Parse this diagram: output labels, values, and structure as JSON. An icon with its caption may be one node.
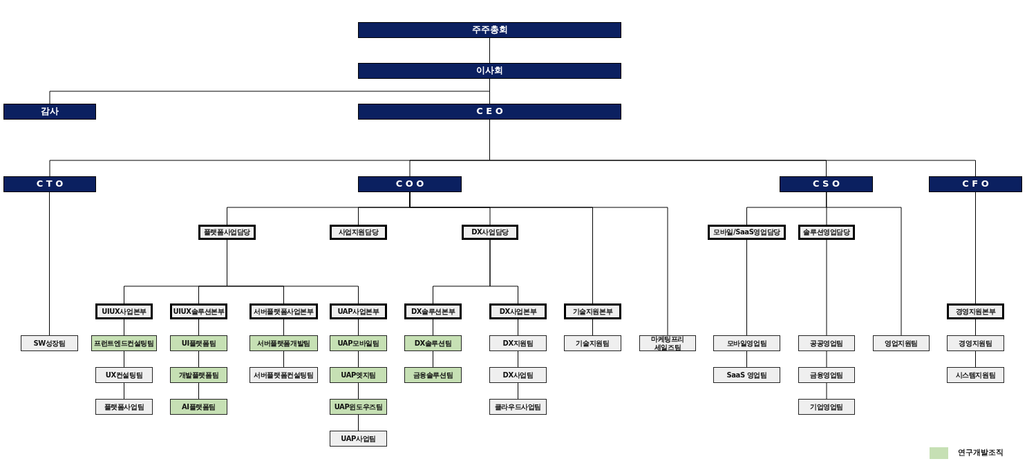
{
  "diagram": {
    "nodes": [
      {
        "text": [
          "주주총회"
        ]
      },
      {
        "text": [
          "이사회"
        ]
      },
      {
        "text": [
          "감사"
        ]
      },
      {
        "text": [
          "C E O"
        ]
      },
      {
        "text": [
          "C T O"
        ]
      },
      {
        "text": [
          "C O O"
        ]
      },
      {
        "text": [
          "C S O"
        ]
      },
      {
        "text": [
          "C F O"
        ]
      },
      {
        "text": [
          "플랫폼사업담당"
        ]
      },
      {
        "text": [
          "사업지원담당"
        ]
      },
      {
        "text": [
          "DX사업담당"
        ]
      },
      {
        "text": [
          "모바일/SaaS영업담당"
        ]
      },
      {
        "text": [
          "솔루션영업담당"
        ]
      },
      {
        "text": [
          "UIUX사업본부"
        ]
      },
      {
        "text": [
          "UIUX솔루션본부"
        ]
      },
      {
        "text": [
          "서버플랫폼사업본부"
        ]
      },
      {
        "text": [
          "UAP사업본부"
        ]
      },
      {
        "text": [
          "DX솔루션본부"
        ]
      },
      {
        "text": [
          "DX사업본부"
        ]
      },
      {
        "text": [
          "기술지원본부"
        ]
      },
      {
        "text": [
          "경영지원본부"
        ]
      },
      {
        "text": [
          "SW성장팀"
        ]
      },
      {
        "text": [
          "프런트엔드컨설팅팀"
        ]
      },
      {
        "text": [
          "UI플랫폼팀"
        ]
      },
      {
        "text": [
          "서버플랫폼개발팀"
        ]
      },
      {
        "text": [
          "UAP모바일팀"
        ]
      },
      {
        "text": [
          "DX솔루션팀"
        ]
      },
      {
        "text": [
          "DX지원팀"
        ]
      },
      {
        "text": [
          "기술지원팀"
        ]
      },
      {
        "text": [
          "마케팅프리 세일즈팀"
        ]
      },
      {
        "text": [
          "모바일영업팀"
        ]
      },
      {
        "text": [
          "공공영업팀"
        ]
      },
      {
        "text": [
          "영업지원팀"
        ]
      },
      {
        "text": [
          "경영지원팀"
        ]
      },
      {
        "text": [
          "UX컨설팅팀"
        ]
      },
      {
        "text": [
          "개발플랫폼팀"
        ]
      },
      {
        "text": [
          "서버플랫폼컨설팅팀"
        ]
      },
      {
        "text": [
          "UAP엣지팀"
        ]
      },
      {
        "text": [
          "금융솔루션팀"
        ]
      },
      {
        "text": [
          "DX사업팀"
        ]
      },
      {
        "text": [
          "SaaS 영업팀"
        ]
      },
      {
        "text": [
          "금융영업팀"
        ]
      },
      {
        "text": [
          "시스템지원팀"
        ]
      },
      {
        "text": [
          "플랫폼사업팀"
        ]
      },
      {
        "text": [
          "AI플랫폼팀"
        ]
      },
      {
        "text": [
          "UAP윈도우즈팀"
        ]
      },
      {
        "text": [
          "클라우드사업팀"
        ]
      },
      {
        "text": [
          "기업영업팀"
        ]
      },
      {
        "text": [
          "UAP사업팀"
        ]
      }
    ],
    "edges": [
      {
        "from": 0,
        "to": 1,
        "arrow": "none"
      },
      {
        "from": 1,
        "to": 2,
        "arrow": "none"
      },
      {
        "from": 1,
        "to": 3,
        "arrow": "none"
      },
      {
        "from": 3,
        "to": 4,
        "arrow": "none"
      },
      {
        "from": 3,
        "to": 5,
        "arrow": "none"
      },
      {
        "from": 3,
        "to": 6,
        "arrow": "none"
      },
      {
        "from": 3,
        "to": 7,
        "arrow": "none"
      },
      {
        "from": 4,
        "to": 21,
        "arrow": "none"
      },
      {
        "from": 5,
        "to": 8,
        "arrow": "none"
      },
      {
        "from": 5,
        "to": 9,
        "arrow": "none"
      },
      {
        "from": 5,
        "to": 10,
        "arrow": "none"
      },
      {
        "from": 5,
        "to": 19,
        "arrow": "none"
      },
      {
        "from": 5,
        "to": 29,
        "arrow": "none"
      },
      {
        "from": 8,
        "to": 13,
        "arrow": "none"
      },
      {
        "from": 8,
        "to": 14,
        "arrow": "none"
      },
      {
        "from": 8,
        "to": 15,
        "arrow": "none"
      },
      {
        "from": 8,
        "to": 16,
        "arrow": "none"
      },
      {
        "from": 10,
        "to": 17,
        "arrow": "none"
      },
      {
        "from": 10,
        "to": 18,
        "arrow": "none"
      },
      {
        "from": 6,
        "to": 11,
        "arrow": "none"
      },
      {
        "from": 6,
        "to": 12,
        "arrow": "none"
      },
      {
        "from": 6,
        "to": 32,
        "arrow": "none"
      },
      {
        "from": 7,
        "to": 20,
        "arrow": "none"
      },
      {
        "from": 13,
        "to": 22,
        "arrow": "none"
      },
      {
        "from": 22,
        "to": 34,
        "arrow": "none"
      },
      {
        "from": 34,
        "to": 43,
        "arrow": "none"
      },
      {
        "from": 14,
        "to": 23,
        "arrow": "none"
      },
      {
        "from": 23,
        "to": 35,
        "arrow": "none"
      },
      {
        "from": 35,
        "to": 44,
        "arrow": "none"
      },
      {
        "from": 15,
        "to": 24,
        "arrow": "none"
      },
      {
        "from": 24,
        "to": 36,
        "arrow": "none"
      },
      {
        "from": 16,
        "to": 25,
        "arrow": "none"
      },
      {
        "from": 25,
        "to": 37,
        "arrow": "none"
      },
      {
        "from": 37,
        "to": 45,
        "arrow": "none"
      },
      {
        "from": 45,
        "to": 48,
        "arrow": "none"
      },
      {
        "from": 17,
        "to": 26,
        "arrow": "none"
      },
      {
        "from": 26,
        "to": 38,
        "arrow": "none"
      },
      {
        "from": 18,
        "to": 27,
        "arrow": "none"
      },
      {
        "from": 27,
        "to": 39,
        "arrow": "none"
      },
      {
        "from": 39,
        "to": 46,
        "arrow": "none"
      },
      {
        "from": 19,
        "to": 28,
        "arrow": "none"
      },
      {
        "from": 11,
        "to": 30,
        "arrow": "none"
      },
      {
        "from": 30,
        "to": 40,
        "arrow": "none"
      },
      {
        "from": 12,
        "to": 31,
        "arrow": "none"
      },
      {
        "from": 31,
        "to": 41,
        "arrow": "none"
      },
      {
        "from": 41,
        "to": 47,
        "arrow": "none"
      },
      {
        "from": 20,
        "to": 33,
        "arrow": "none"
      },
      {
        "from": 33,
        "to": 42,
        "arrow": "none"
      }
    ],
    "legend": [
      {
        "text": "연구개발조직",
        "color": "#c6e0b4"
      }
    ]
  }
}
